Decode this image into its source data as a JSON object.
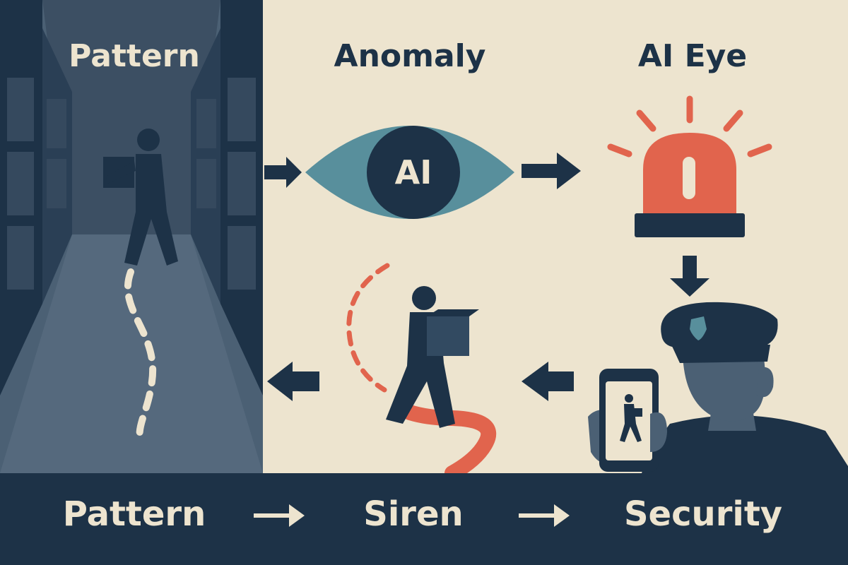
{
  "steps": {
    "pattern": "Pattern",
    "anomaly": "Anomaly",
    "ai_eye": "AI Eye"
  },
  "eye": {
    "label": "AI",
    "iris_color": "#588f9c",
    "pupil_color": "#1d3247"
  },
  "footer": {
    "step1": "Pattern",
    "step2": "Siren",
    "step3": "Security"
  },
  "colors": {
    "navy": "#1d3247",
    "cream": "#ede4cf",
    "slate": "#4b6074",
    "alert_red": "#e1644d",
    "teal": "#588f9c"
  },
  "icons": [
    "warehouse-aisle",
    "walking-person-with-box",
    "ai-eye-icon",
    "siren-icon",
    "security-guard",
    "smartphone-icon"
  ]
}
